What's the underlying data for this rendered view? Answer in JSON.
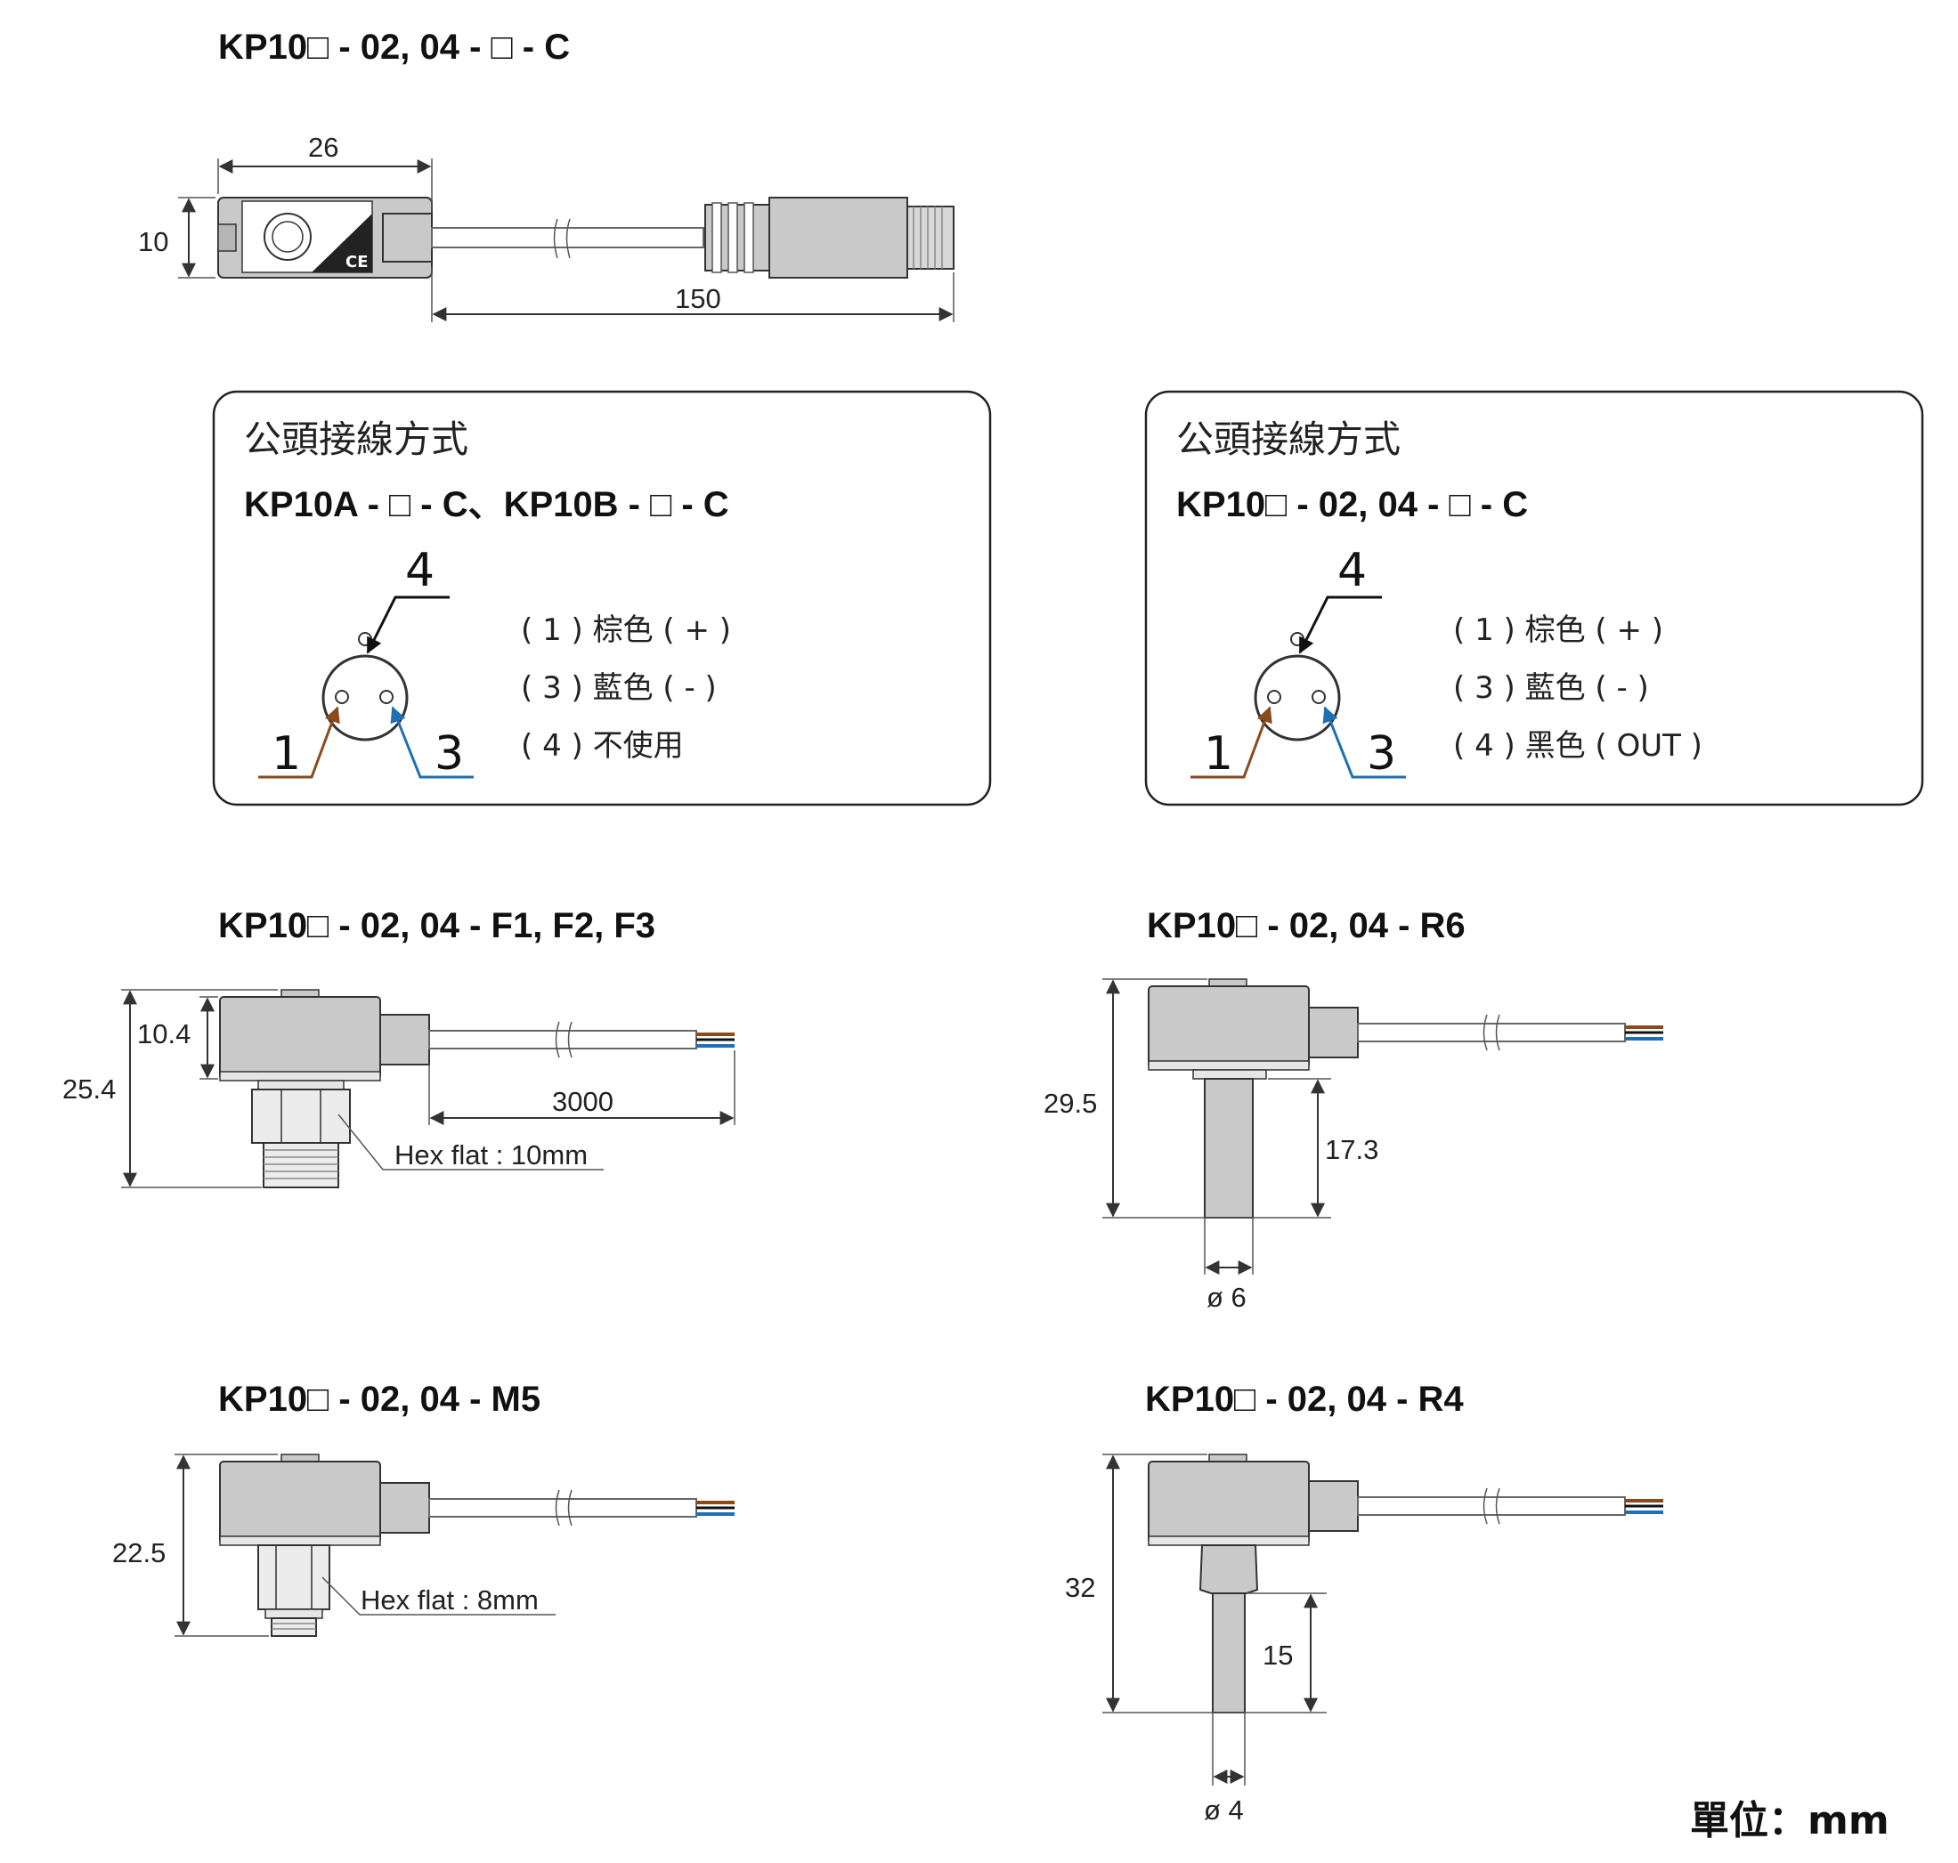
{
  "titles": {
    "c_connector": "KP10□ - 02, 04 - □ - C",
    "f_series": "KP10□ - 02, 04 - F1, F2, F3",
    "r6": "KP10□ - 02, 04 - R6",
    "m5": "KP10□ - 02, 04 - M5",
    "r4": "KP10□ - 02, 04 - R4"
  },
  "dims": {
    "c_width": "26",
    "c_height": "10",
    "c_cable": "150",
    "f_top": "10.4",
    "f_total": "25.4",
    "f_cable": "3000",
    "f_hex": "Hex flat : 10mm",
    "r6_total": "29.5",
    "r6_stem": "17.3",
    "r6_dia": "ø 6",
    "m5_total": "22.5",
    "m5_hex": "Hex flat : 8mm",
    "r4_total": "32",
    "r4_stem": "15",
    "r4_dia": "ø 4"
  },
  "box_left": {
    "heading": "公頭接線方式",
    "model": "KP10A - □  - C、KP10B - □  - C",
    "pin4": "4",
    "pin1": "1",
    "pin3": "3",
    "wires": [
      "( 1 ) 棕色 ( + )",
      "( 3 ) 藍色 ( - )",
      "( 4 ) 不使用"
    ]
  },
  "box_right": {
    "heading": "公頭接線方式",
    "model": "KP10□  - 02, 04 - □  - C",
    "pin4": "4",
    "pin1": "1",
    "pin3": "3",
    "wires": [
      "( 1 ) 棕色 ( + )",
      "( 3 ) 藍色 ( - )",
      "( 4 ) 黑色 ( OUT )"
    ]
  },
  "unit": "單位：mm",
  "colors": {
    "brown": "#8a4a1c",
    "blue": "#1f6fb5",
    "body_gray": "#c9c9c9"
  }
}
